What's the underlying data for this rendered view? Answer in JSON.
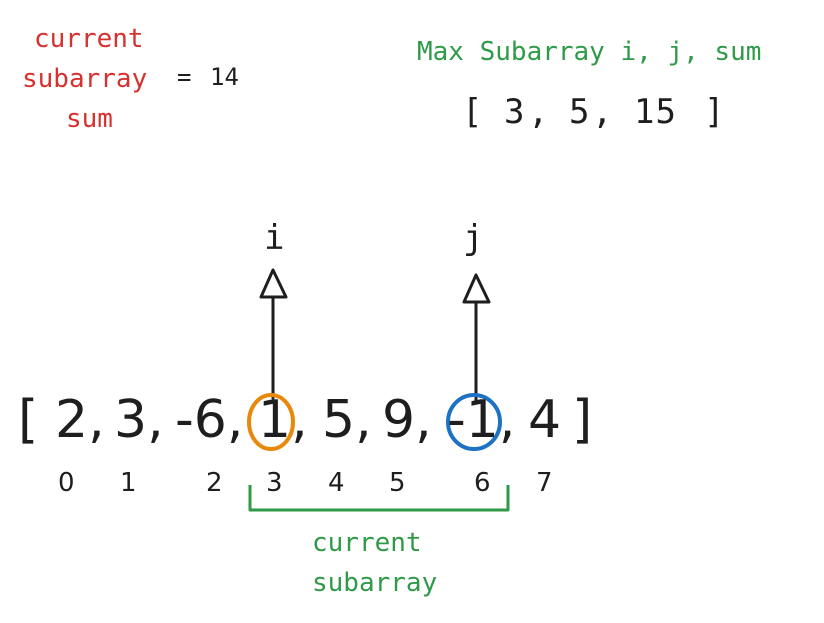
{
  "current_sum": {
    "label_line1": "current",
    "label_line2": "subarray",
    "label_line3": "sum",
    "equals": "=",
    "value": "14"
  },
  "max_subarray": {
    "title": "Max Subarray i, j, sum",
    "open_bracket": "[",
    "i": "3",
    "sep1": ",",
    "j": "5",
    "sep2": ",",
    "sum": "15",
    "close_bracket": "]"
  },
  "pointers": {
    "i_label": "i",
    "j_label": "j"
  },
  "array": {
    "open": "[",
    "close": "]",
    "elements": [
      "2,",
      "3,",
      "-6,",
      "1,",
      "5,",
      "9,",
      "-1,",
      "4"
    ],
    "indices": [
      "0",
      "1",
      "2",
      "3",
      "4",
      "5",
      "6",
      "7"
    ]
  },
  "brace_label": {
    "line1": "current",
    "line2": "subarray"
  },
  "colors": {
    "red": "#d6312f",
    "green": "#2f9a47",
    "orange": "#e8890c",
    "blue": "#1d72c4",
    "ink": "#1e1e1e"
  }
}
